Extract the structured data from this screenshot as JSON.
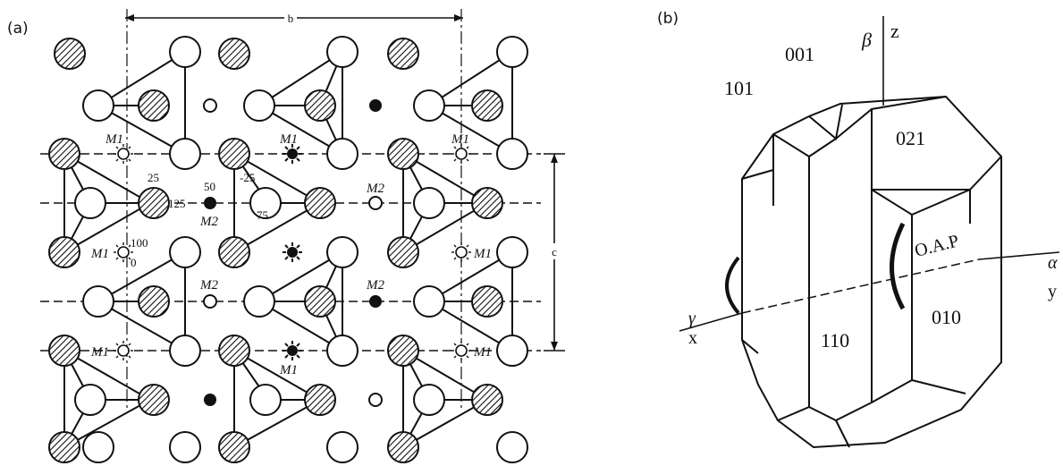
{
  "panel_a": {
    "tag": "(a)",
    "axis_b": "b",
    "axis_c": "c",
    "site_m1": "M1",
    "site_m2": "M2",
    "heights": {
      "h25": "25",
      "h125": "125",
      "h50": "50",
      "hm25": "-25",
      "h75": "75",
      "h100": "100",
      "h0": "0"
    }
  },
  "panel_b": {
    "tag": "(b)",
    "faces": {
      "f001": "001",
      "f101": "101",
      "f021": "021",
      "f110": "110",
      "f010": "010"
    },
    "axes": {
      "beta": "β",
      "z": "z",
      "gamma": "γ",
      "x": "x",
      "alpha": "α",
      "y": "y"
    },
    "oap": "O.A.P"
  }
}
